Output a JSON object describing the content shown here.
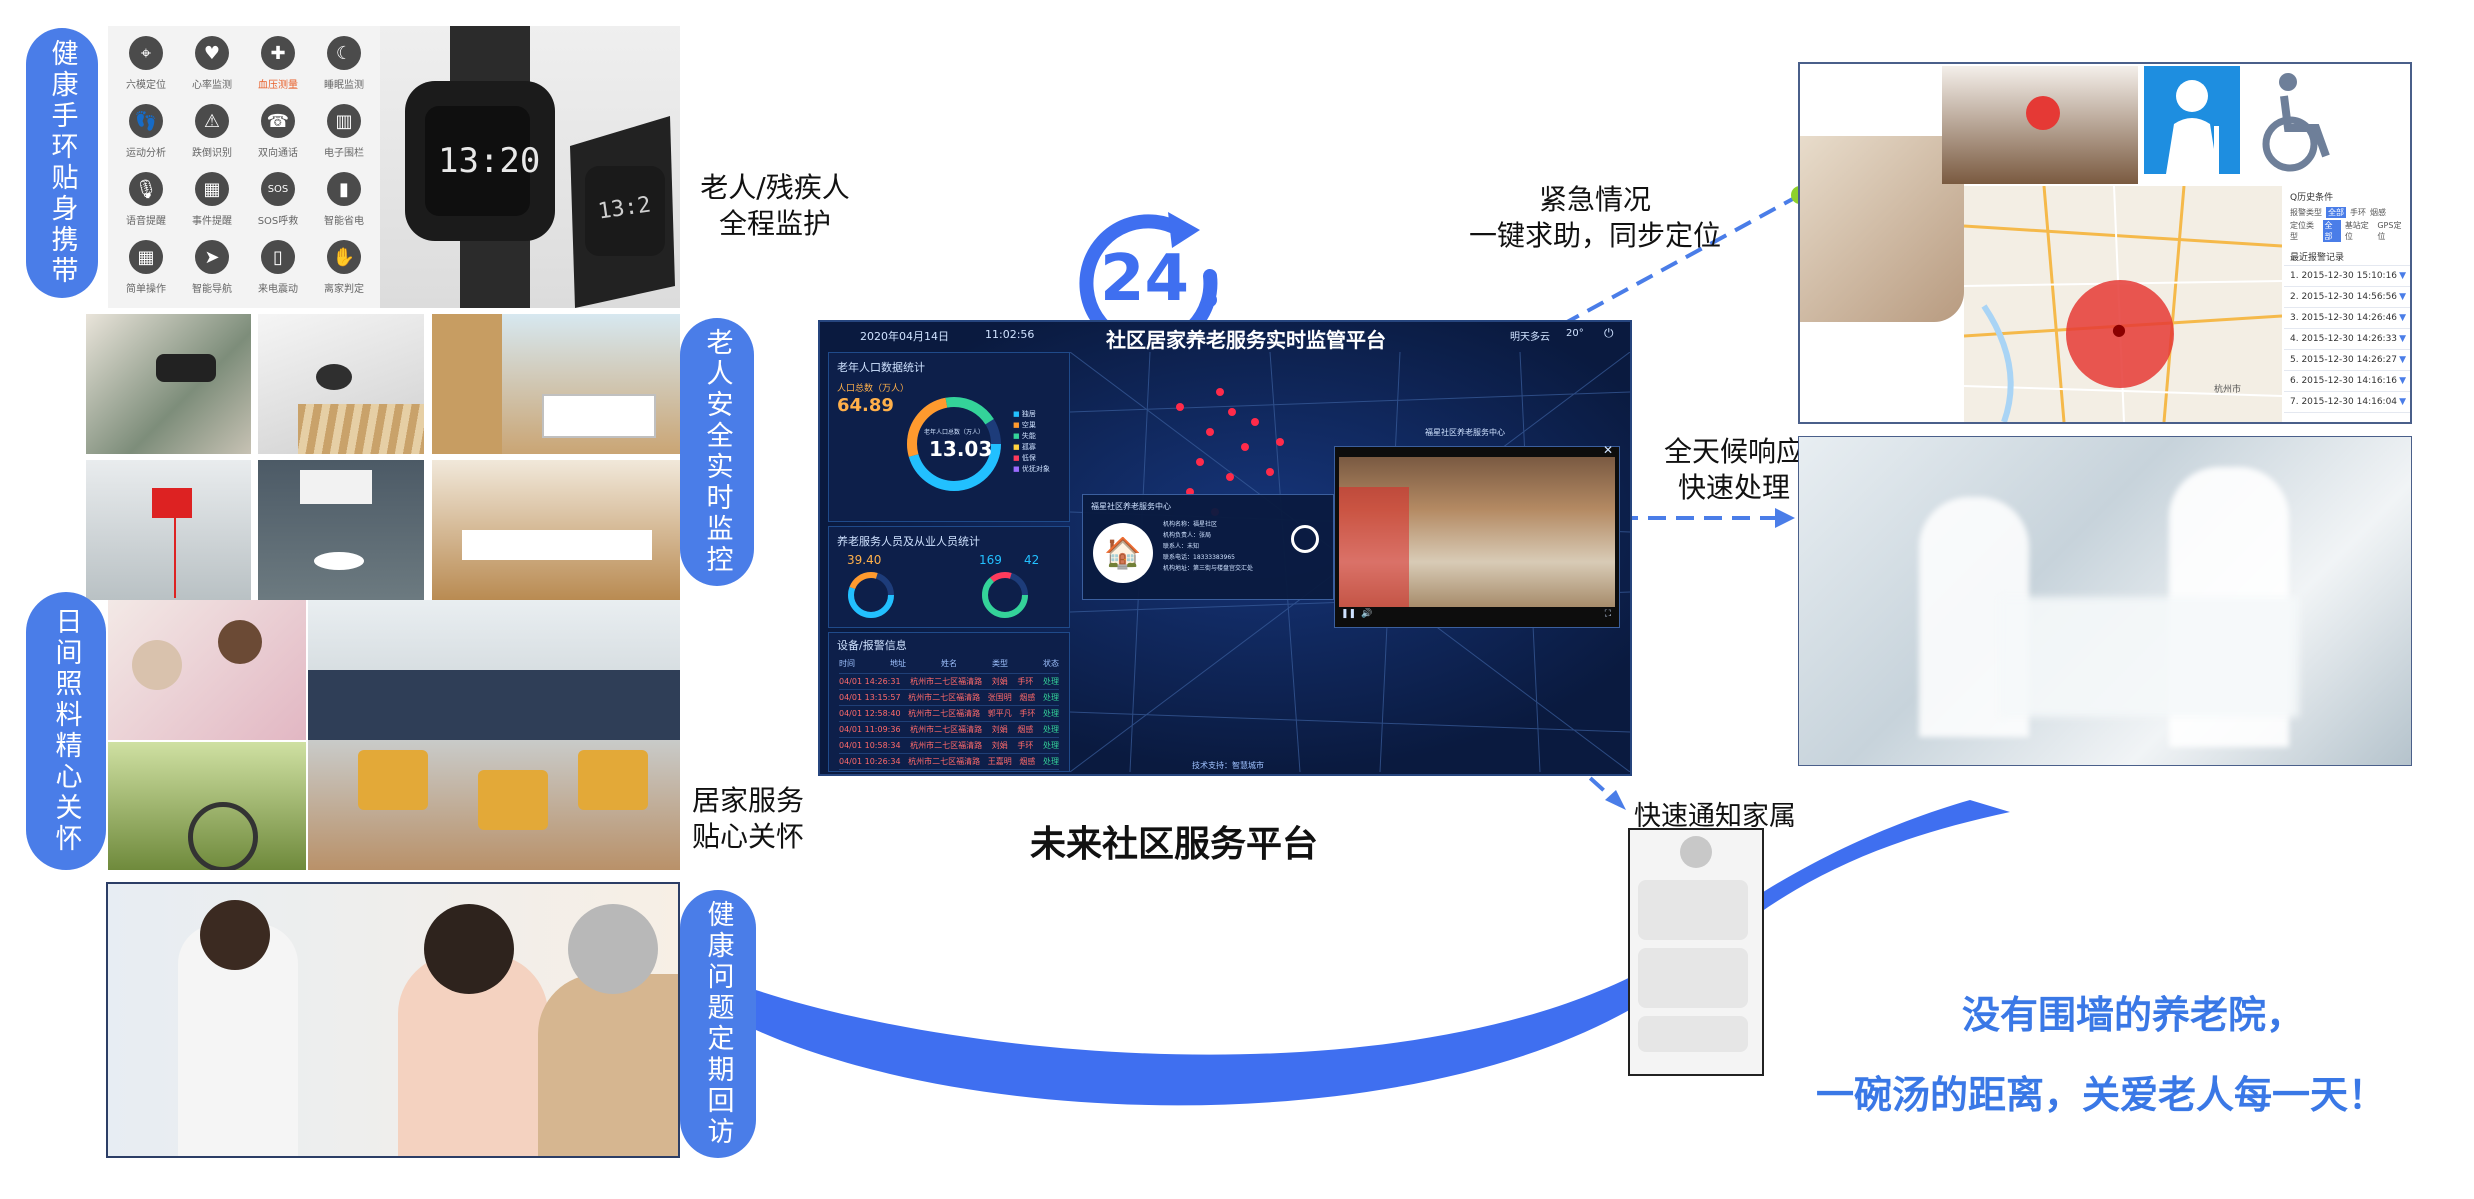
{
  "pills": {
    "wristband": "健康手环贴身携带",
    "safety": "老人安全实时监控",
    "daycare": "日间照料精心关怀",
    "followup": "健康问题定期回访"
  },
  "captions": {
    "elderly_line1": "老人/残疾人",
    "elderly_line2": "全程监护",
    "home_line1": "居家服务",
    "home_line2": "贴心关怀",
    "emergency_line1": "紧急情况",
    "emergency_line2": "一键求助，同步定位",
    "response_line1": "全天候响应",
    "response_line2": "快速处理",
    "notify": "快速通知家属",
    "platform": "未来社区服务平台"
  },
  "slogan": {
    "line1": "没有围墙的养老院，",
    "line2": "一碗汤的距离，关爱老人每一天！"
  },
  "badge_24": "24",
  "watch": {
    "time": "13:20",
    "time2": "13:2"
  },
  "watch_features": [
    {
      "icon": "location-pin-icon",
      "glyph": "⌖",
      "label": "六模定位"
    },
    {
      "icon": "heart-rate-icon",
      "glyph": "♥",
      "label": "心率监测"
    },
    {
      "icon": "blood-pressure-icon",
      "glyph": "✚",
      "label": "血压测量"
    },
    {
      "icon": "sleep-icon",
      "glyph": "☾",
      "label": "睡眠监测"
    },
    {
      "icon": "footprint-icon",
      "glyph": "👣",
      "label": "运动分析"
    },
    {
      "icon": "fall-detection-icon",
      "glyph": "⚠",
      "label": "跌倒识别"
    },
    {
      "icon": "phone-icon",
      "glyph": "☎",
      "label": "双向通话"
    },
    {
      "icon": "fence-icon",
      "glyph": "▥",
      "label": "电子围栏"
    },
    {
      "icon": "microphone-icon",
      "glyph": "🎙",
      "label": "语音提醒"
    },
    {
      "icon": "calendar-icon",
      "glyph": "▦",
      "label": "事件提醒"
    },
    {
      "icon": "sos-icon",
      "glyph": "SOS",
      "label": "SOS呼救"
    },
    {
      "icon": "battery-icon",
      "glyph": "▮",
      "label": "智能省电"
    },
    {
      "icon": "grid-icon",
      "glyph": "▦",
      "label": "简单操作"
    },
    {
      "icon": "navigation-icon",
      "glyph": "➤",
      "label": "智能导航"
    },
    {
      "icon": "vibration-icon",
      "glyph": "▯",
      "label": "来电震动"
    },
    {
      "icon": "hand-icon",
      "glyph": "✋",
      "label": "离家判定"
    }
  ],
  "dashboard": {
    "date": "2020年04月14日",
    "time": "11:02:56",
    "title": "社区居家养老服务实时监管平台",
    "weather": "明天多云",
    "temp": "20°",
    "panel1_title": "老年人口数据统计",
    "panel1_sub": "人口总数（万人）",
    "panel1_value": "64.89",
    "ring1_label": "老年人口总数（万人）",
    "ring1_value": "13.03",
    "legend1": [
      "独居",
      "空巢",
      "失能",
      "孤寡",
      "低保",
      "优抚对象"
    ],
    "panel2_title": "养老服务人员及从业人员统计",
    "panel2_values": [
      "39.40",
      "169",
      "42"
    ],
    "panel3_title": "设备/报警信息",
    "table_headers": [
      "时间",
      "地址",
      "姓名",
      "类型",
      "状态"
    ],
    "table_rows": [
      [
        "04/01 14:26:31",
        "杭州市二七区福清路",
        "刘娟",
        "手环",
        "处理"
      ],
      [
        "04/01 13:15:57",
        "杭州市二七区福清路",
        "张国明",
        "烟感",
        "处理"
      ],
      [
        "04/01 12:58:40",
        "杭州市二七区福清路",
        "郭平凡",
        "手环",
        "处理"
      ],
      [
        "04/01 11:09:36",
        "杭州市二七区福清路",
        "刘娟",
        "烟感",
        "处理"
      ],
      [
        "04/01 10:58:34",
        "杭州市二七区福清路",
        "刘娟",
        "手环",
        "处理"
      ],
      [
        "04/01 10:26:34",
        "杭州市二七区福清路",
        "王嘉明",
        "烟感",
        "处理"
      ]
    ],
    "popup_title": "福星社区养老服务中心",
    "popup_lines": [
      "机构名称：福星社区",
      "机构负责人：张局",
      "联系人：未知",
      "联系电话：18333383965",
      "机构地址：第三街与楼盘宫交汇处"
    ],
    "video_title": "福星社区养老服务中心",
    "footer": "技术支持：智慧城市"
  },
  "map_panel": {
    "title": "Q历史条件",
    "filter_label": "报警类型",
    "filter_options": [
      "全部",
      "手环",
      "烟感"
    ],
    "type_label": "定位类型",
    "type_options": [
      "全部",
      "基站定位",
      "GPS定位"
    ],
    "list_title": "最近报警记录",
    "records": [
      "1. 2015-12-30 15:10:16",
      "2. 2015-12-30 14:56:56",
      "3. 2015-12-30 14:26:46",
      "4. 2015-12-30 14:26:33",
      "5. 2015-12-30 14:26:27",
      "6. 2015-12-30 14:16:16",
      "7. 2015-12-30 14:16:04"
    ],
    "city_label": "杭州市"
  },
  "colors": {
    "brand_blue": "#4a7de8",
    "arc_blue": "#3f6ff0",
    "slogan_blue": "#3a78e6",
    "dash_bg": "#0a1a3f",
    "alert_red": "#e53935"
  }
}
